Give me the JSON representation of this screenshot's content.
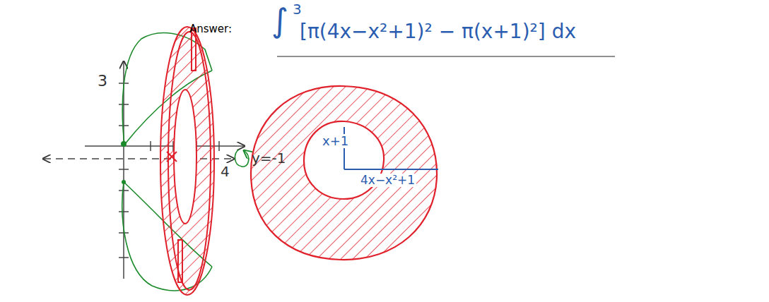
{
  "diagram": {
    "labels": [
      "3",
      "4",
      "y=-1",
      "Answer:",
      "∫",
      "3",
      "[π(4x−x²+1)² − π(x+1)²] dx",
      "x+1",
      "4x−x²+1"
    ]
  }
}
